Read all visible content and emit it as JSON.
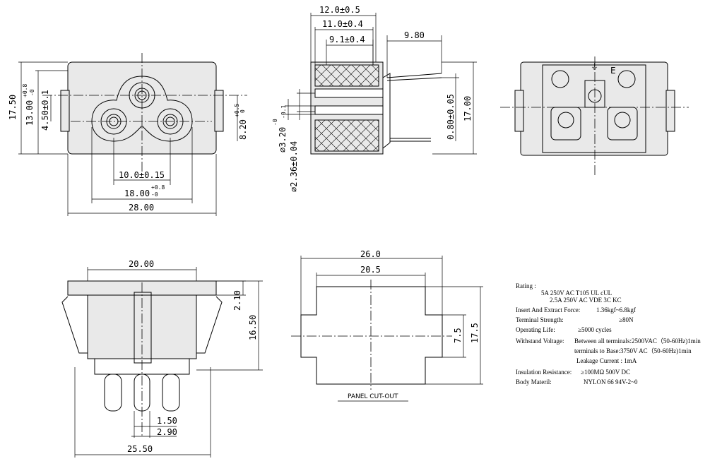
{
  "front_view": {
    "width": "28.00",
    "height": "17.50",
    "top_pin_offset": "13.00",
    "top_pin_tol": "+0.8",
    "top_pin_tol2": "-0",
    "pin_row_offset": "4.50±0.1",
    "right_offset": "8.20",
    "right_tol": "+0.5",
    "right_tol2": "0",
    "pin_pitch": "10.0±0.15",
    "outer_pitch": "18.00",
    "outer_tol": "+0.8",
    "outer_tol2": "-0"
  },
  "side_view": {
    "depth_1": "12.0±0.5",
    "depth_2": "11.0±0.4",
    "depth_3": "9.1±0.4",
    "pin_length": "9.80",
    "height": "17.00",
    "pin_thickness": "0.80±0.05",
    "dia_1": "⌀3.20",
    "dia_1_tol": "-0",
    "dia_1_tol2": "-0.1",
    "dia_2": "⌀2.36±0.04"
  },
  "rear_view": {
    "mark_e": "E",
    "ground_symbol": "⏚"
  },
  "bottom_view": {
    "top_width": "20.00",
    "flange": "2.10",
    "height": "16.50",
    "pin_w1": "1.50",
    "pin_w2": "2.90",
    "base_width": "25.50"
  },
  "panel_cutout": {
    "outer_width": "26.0",
    "inner_width": "20.5",
    "notch_height": "7.5",
    "height": "17.5",
    "label": "PANEL CUT-OUT"
  },
  "specs": [
    {
      "label": "Rating :",
      "value": ""
    },
    {
      "label": "",
      "value": "5A 250V AC   T105    UL   cUL"
    },
    {
      "label": "",
      "value": "2.5A 250V AC   VDE   3C   KC"
    },
    {
      "label": "Insert And Extract Force:",
      "value": "1.36kgf~6.8kgf"
    },
    {
      "label": "Terminal  Strength:",
      "value": "≥80N"
    },
    {
      "label": "Operating Life:",
      "value": "≥5000  cycles"
    },
    {
      "label": "Withstand Voltage:",
      "value": "Between all terminals:2500VAC（50-60Hz)1min"
    },
    {
      "label": "",
      "value": "terminals to Base:3750V AC（50-60Hz)1min"
    },
    {
      "label": "",
      "value": "Leakage Current :   1mA"
    },
    {
      "label": "Insulation Resistance:",
      "value": "≥100MΩ   500V DC"
    },
    {
      "label": "Body Materil:",
      "value": "NYLON 66  94V-2~0"
    }
  ]
}
